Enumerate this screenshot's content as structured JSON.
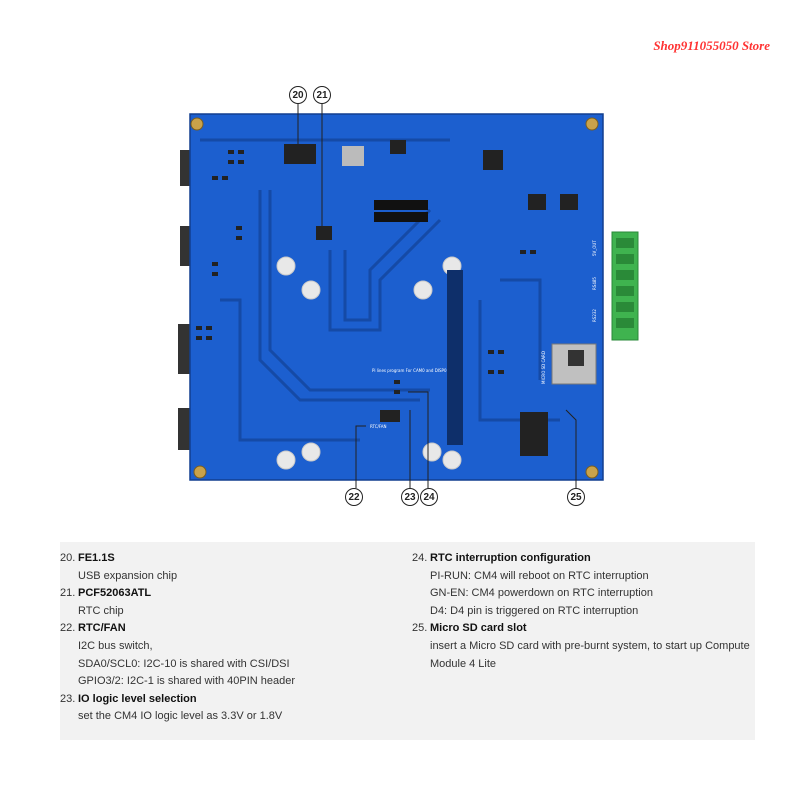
{
  "watermark": "Shop911055050 Store",
  "callouts": [
    {
      "id": "20",
      "label": "20"
    },
    {
      "id": "21",
      "label": "21"
    },
    {
      "id": "22",
      "label": "22"
    },
    {
      "id": "23",
      "label": "23"
    },
    {
      "id": "24",
      "label": "24"
    },
    {
      "id": "25",
      "label": "25"
    }
  ],
  "silkscreen": {
    "v5_out": "5V_OUT",
    "rs485": "RS485",
    "rs232": "RS232",
    "micro_sd": "MICRO SD CARD",
    "pi_note": "Pi lines program For CAM0 and DISP0",
    "rtc_fan": "RTC/FAN"
  },
  "descriptions": {
    "item20": {
      "num": "20.",
      "title": "FE1.1S",
      "lines": [
        "USB expansion chip"
      ]
    },
    "item21": {
      "num": "21.",
      "title": "PCF52063ATL",
      "lines": [
        "RTC chip"
      ]
    },
    "item22": {
      "num": "22.",
      "title": "RTC/FAN",
      "lines": [
        "I2C bus switch,",
        "SDA0/SCL0: I2C-10 is shared with CSI/DSI",
        "GPIO3/2: I2C-1 is shared with 40PIN header"
      ]
    },
    "item23": {
      "num": "23.",
      "title": "IO logic level selection",
      "lines": [
        "set the CM4 IO logic level as 3.3V or 1.8V"
      ]
    },
    "item24": {
      "num": "24.",
      "title": "RTC interruption configuration",
      "lines": [
        "PI-RUN: CM4 will reboot on RTC interruption",
        "GN-EN: CM4 powerdown on RTC interruption",
        "D4: D4 pin is triggered on RTC interruption"
      ]
    },
    "item25": {
      "num": "25.",
      "title": "Micro SD card slot",
      "lines": [
        "insert a Micro SD card with pre-burnt system, to start up Compute",
        "Module 4 Lite"
      ]
    }
  },
  "colors": {
    "board": "#1c5fcf",
    "board_dark": "#154aa6",
    "terminal": "#3fb34f",
    "callout_line": "#222222"
  }
}
